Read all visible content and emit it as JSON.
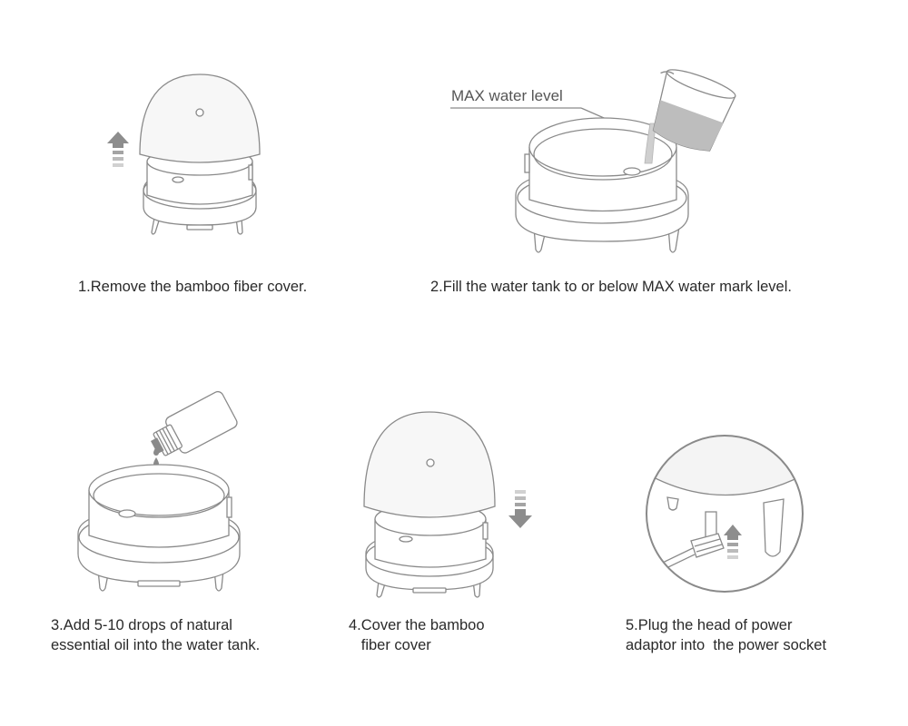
{
  "steps": [
    {
      "caption_lines": [
        "1.Remove the bamboo fiber cover."
      ]
    },
    {
      "caption_lines": [
        "2.Fill the water tank to or below MAX water mark level."
      ],
      "label": "MAX water level"
    },
    {
      "caption_lines": [
        "3.Add 5-10 drops of natural",
        "essential oil into the water tank."
      ]
    },
    {
      "caption_lines": [
        "4.Cover the bamboo",
        "   fiber cover"
      ]
    },
    {
      "caption_lines": [
        "5.Plug the head of power",
        "adaptor into  the power socket"
      ]
    }
  ],
  "icons": {
    "arrow_up": "arrow-up-icon",
    "arrow_down": "arrow-down-icon"
  },
  "colors": {
    "line": "#8a8a8a",
    "arrow": "#8d8d8d",
    "water": "#bdbdbd",
    "text": "#2a2a2a"
  }
}
